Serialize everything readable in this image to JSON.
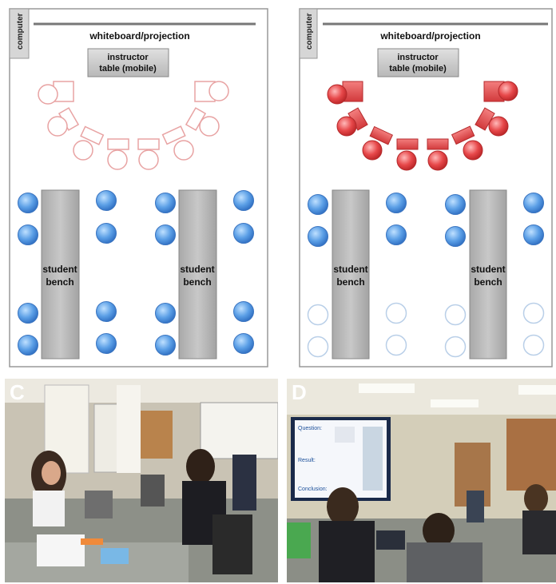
{
  "panels": {
    "a": {
      "computer_label": "computer",
      "board_label": "whiteboard/projection",
      "table_label_line1": "instructor",
      "table_label_line2": "table (mobile)",
      "bench_label_line1": "student",
      "bench_label_line2": "bench"
    },
    "b": {
      "computer_label": "computer",
      "board_label": "whiteboard/projection",
      "table_label_line1": "instructor",
      "table_label_line2": "table (mobile)",
      "bench_label_line1": "student",
      "bench_label_line2": "bench"
    },
    "c": {
      "label": "C"
    },
    "d": {
      "label": "D",
      "screen_text": [
        "Question:",
        "Result:",
        "Conclusion:"
      ]
    }
  },
  "colors": {
    "seat_blue": "#4f93e0",
    "seat_red": "#e7484a",
    "seat_pale_red": "#e8a3a3",
    "bench_gray": "#b9b9b9",
    "empty_seat_outline": "#b9cfe8"
  }
}
